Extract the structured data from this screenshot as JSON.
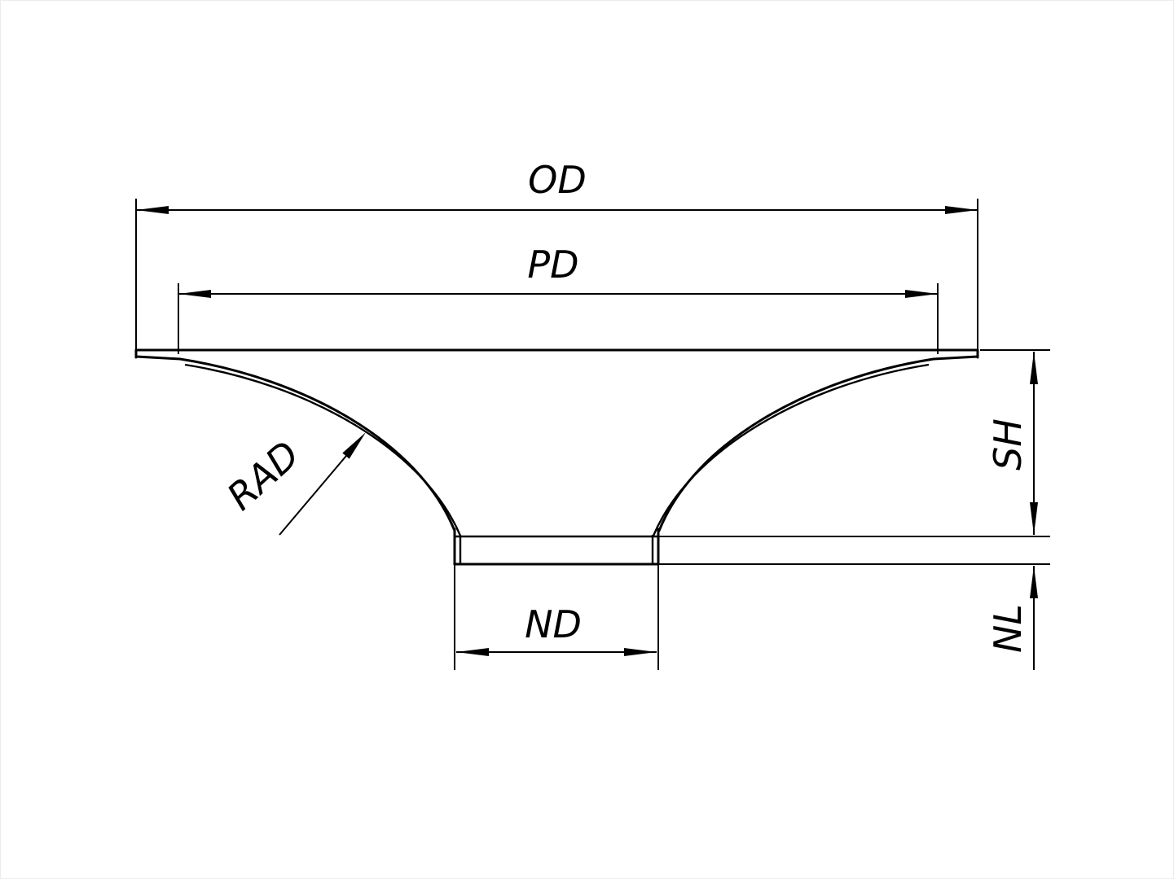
{
  "drawing": {
    "type": "technical-dimension-drawing",
    "subject": "cone-with-neck-cross-section",
    "background_color": "#ffffff",
    "line_color": "#000000",
    "labels": {
      "od": "OD",
      "pd": "PD",
      "rad": "RAD",
      "sh": "SH",
      "nl": "NL",
      "nd": "ND"
    }
  }
}
